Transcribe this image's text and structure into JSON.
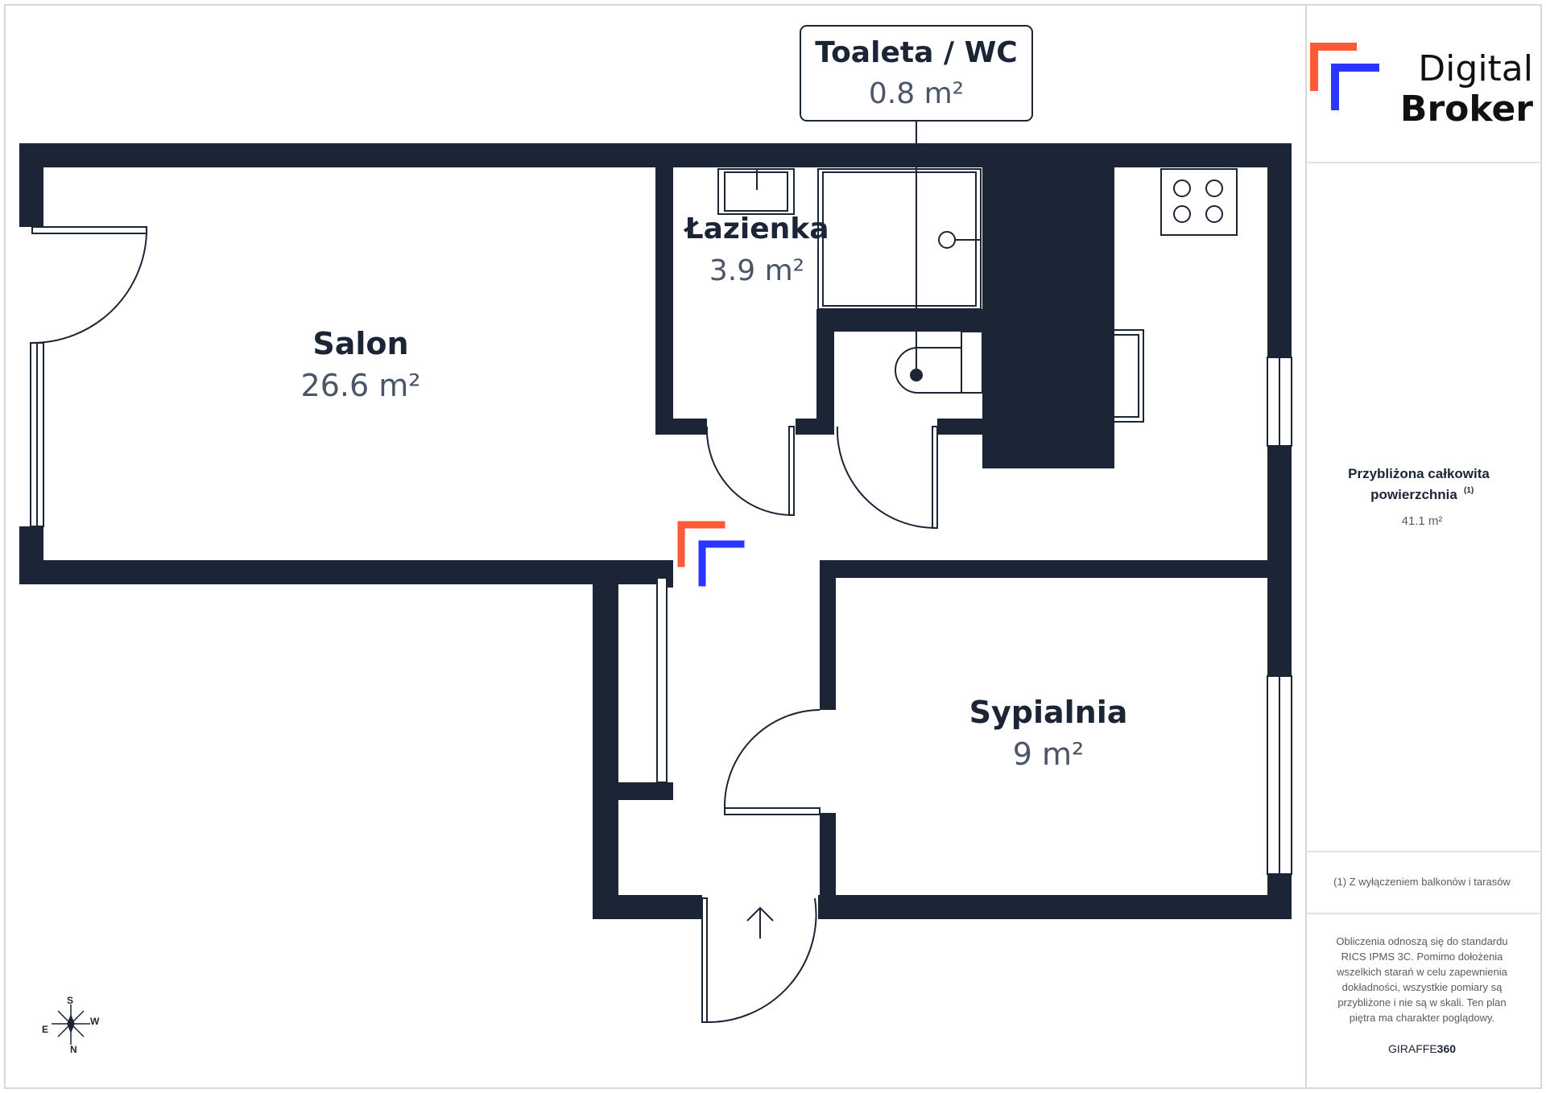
{
  "rooms": {
    "toaleta": {
      "name": "Toaleta / WC",
      "area": "0.8 m²"
    },
    "lazienka": {
      "name": "Łazienka",
      "area": "3.9 m²"
    },
    "salon": {
      "name": "Salon",
      "area": "26.6 m²"
    },
    "sypialnia": {
      "name": "Sypialnia",
      "area": "9 m²"
    }
  },
  "logo": {
    "line1": "Digital",
    "line2": "Broker",
    "accent": "#ff5a36",
    "secondary": "#2a36ff"
  },
  "summary": {
    "title_line1": "Przybliżona całkowita",
    "title_line2": "powierzchnia",
    "footnote_mark": "(1)",
    "total_area": "41.1 m²"
  },
  "footnote": "(1) Z wyłączeniem balkonów i tarasów",
  "disclaimer": [
    "Obliczenia odnoszą się do standardu",
    "RICS IPMS 3C. Pomimo dołożenia",
    "wszelkich starań w celu zapewnienia",
    "dokładności, wszystkie pomiary są",
    "przybliżone i nie są w skali. Ten plan",
    "piętra ma charakter poglądowy."
  ],
  "brand": {
    "prefix": "GIRAFFE",
    "suffix": "360"
  },
  "compass": {
    "s": "S",
    "w": "W",
    "e": "E",
    "n": "N"
  },
  "colors": {
    "wall": "#1b2536",
    "line": "#1b2536"
  }
}
